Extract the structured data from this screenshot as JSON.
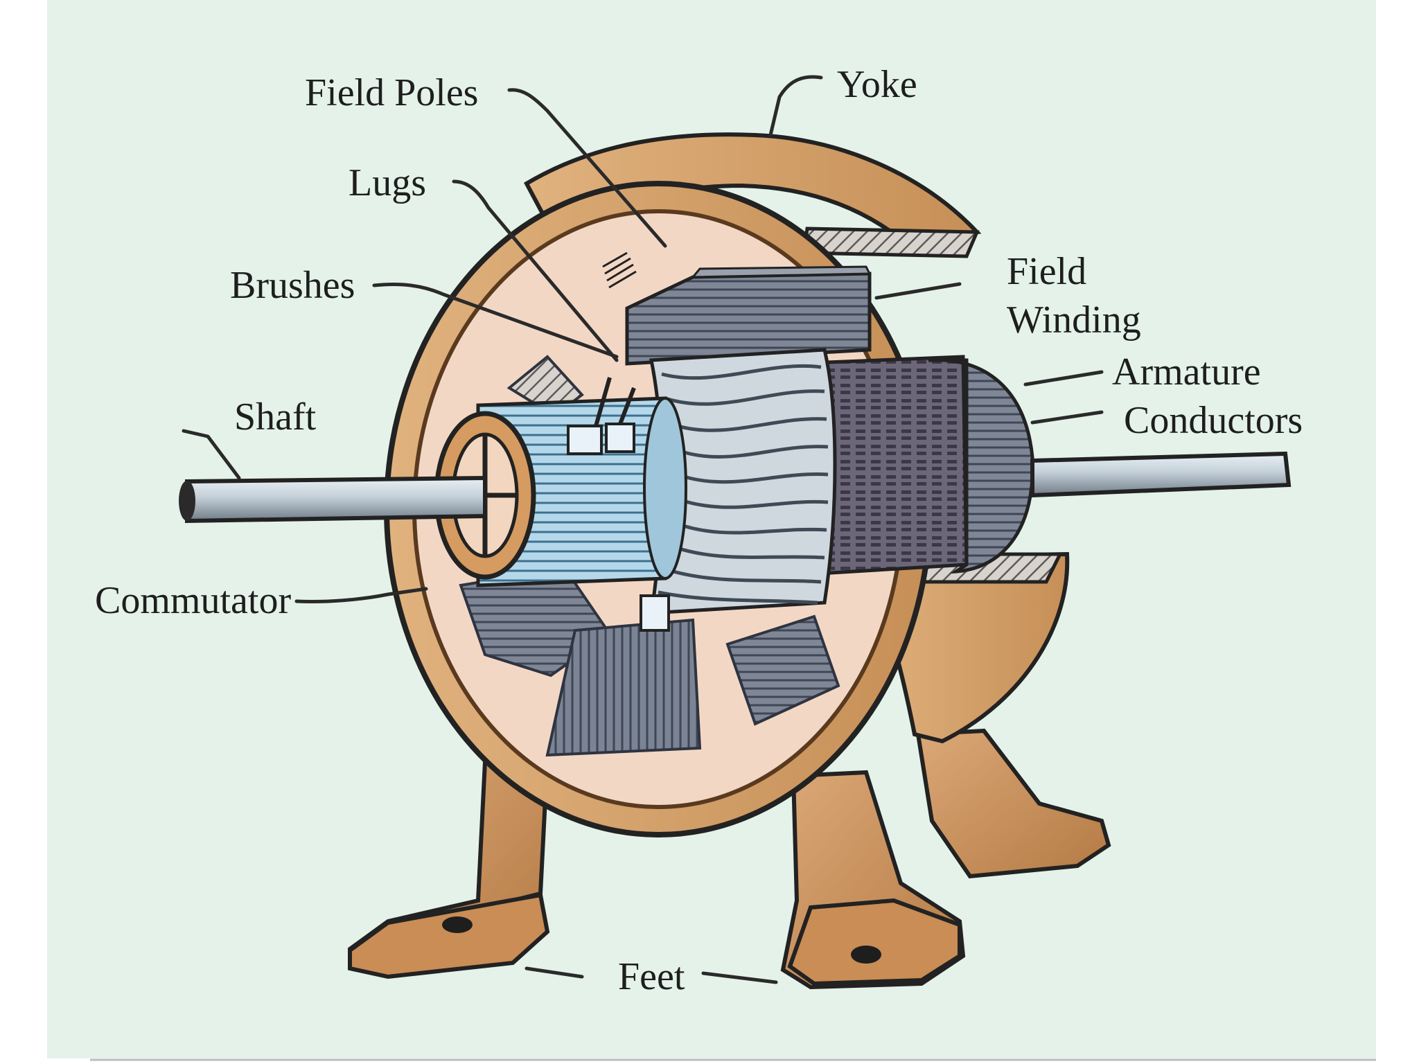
{
  "diagram": {
    "labels": {
      "field_poles": "Field Poles",
      "yoke": "Yoke",
      "lugs": "Lugs",
      "brushes": "Brushes",
      "field_winding_line1": "Field",
      "field_winding_line2": "Winding",
      "armature_line1": "Armature",
      "armature_line2": "Conductors",
      "shaft": "Shaft",
      "commutator": "Commutator",
      "feet": "Feet"
    },
    "colors": {
      "background": "#e4f2ea",
      "frame": "#d4a06a",
      "frame_dark": "#9a6634",
      "frame_inner": "#f6dccb",
      "steel": "#7c8493",
      "steel_dark": "#4d5462",
      "commutator": "#aacfe2",
      "shaft": "#c7d3dc",
      "outline": "#222222"
    }
  }
}
